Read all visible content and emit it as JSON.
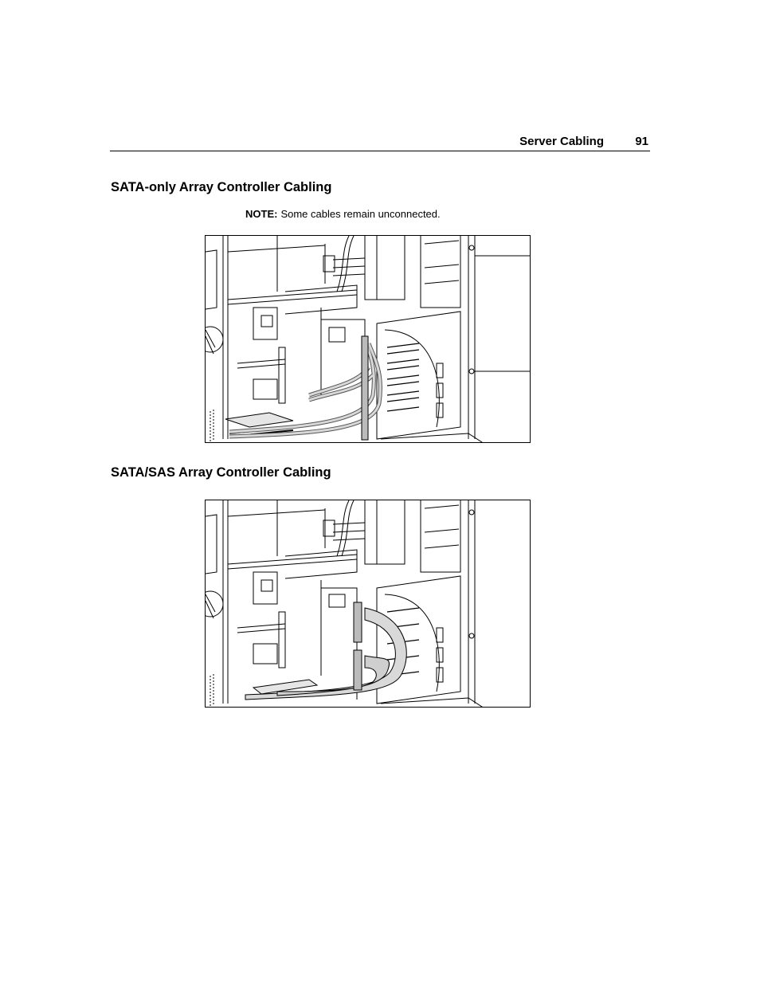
{
  "header": {
    "section_title": "Server Cabling",
    "page_number": "91"
  },
  "section1": {
    "heading": "SATA-only Array Controller Cabling",
    "note_label": "NOTE:",
    "note_text": "Some cables remain unconnected.",
    "figure_icon": "server-cabling-illustration"
  },
  "section2": {
    "heading": "SATA/SAS Array Controller Cabling",
    "figure_icon": "server-cabling-illustration"
  }
}
